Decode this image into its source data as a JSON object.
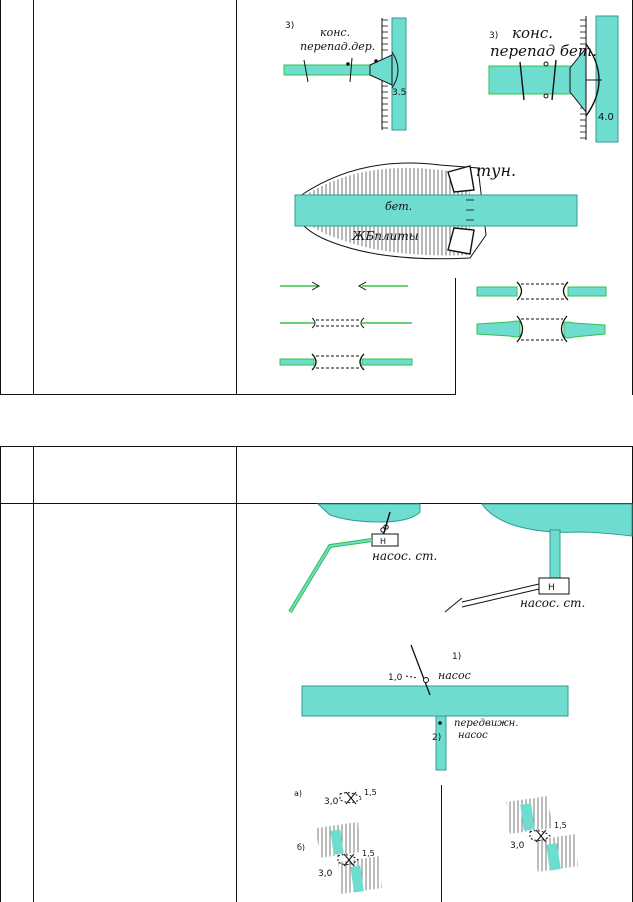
{
  "colors": {
    "water": "#6fdcd0",
    "water_edge": "#2f9e92",
    "green": "#33c24a",
    "ink": "#111111"
  },
  "panels": {
    "drop_wood": {
      "index": "3)",
      "label_line1": "конс.",
      "label_line2": "перепад.дер.",
      "value": "3.5"
    },
    "drop_concrete": {
      "index": "3)",
      "label_line1": "конс.",
      "label_line2": "перепад бет.",
      "value": "4.0"
    },
    "tunnel": {
      "label_top": "тун.",
      "label_channel": "бет.",
      "label_bottom": "ЖБплиты"
    },
    "pump_station": {
      "label_left": "насос. ст.",
      "label_right": "насос. ст.",
      "box_left": "Н",
      "box_right": "Н"
    },
    "pumps": {
      "index_1": "1)",
      "value_1": "1,0",
      "label_1": "насос",
      "index_2": "2)",
      "label_2_line1": "передвижн.",
      "label_2_line2": "насос"
    },
    "structures": {
      "a_index": "а)",
      "a_val_left": "3,0",
      "a_val_right": "1,5",
      "b_index": "б)",
      "b_val_left": "3,0",
      "b_val_right": "1,5",
      "c_val_left": "3,0",
      "c_val_right": "1,5"
    }
  }
}
